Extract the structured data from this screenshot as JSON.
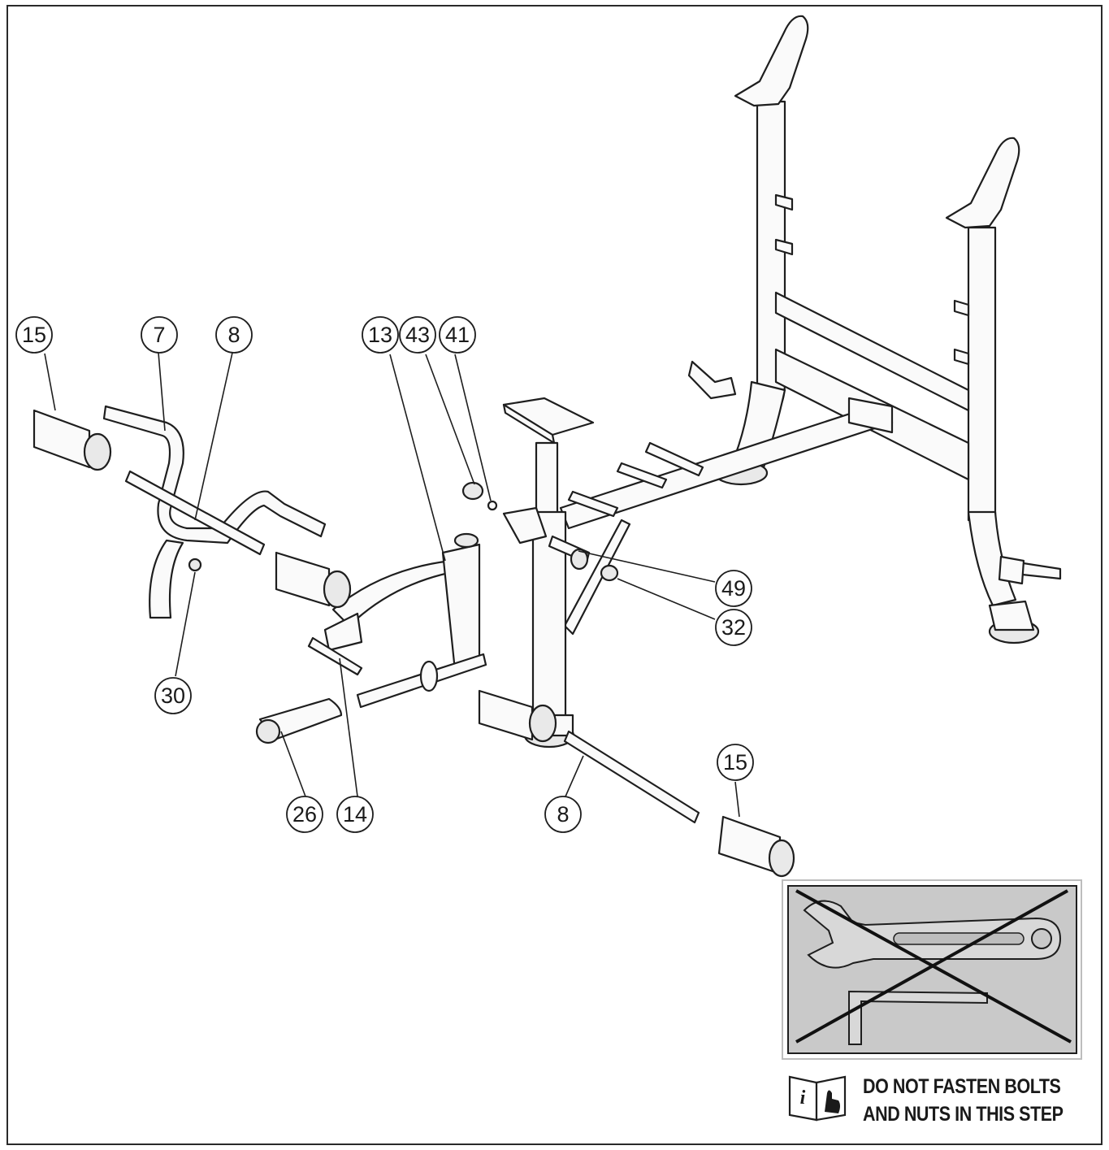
{
  "callouts": [
    {
      "id": "c15a",
      "label": "15"
    },
    {
      "id": "c7",
      "label": "7"
    },
    {
      "id": "c8a",
      "label": "8"
    },
    {
      "id": "c13",
      "label": "13"
    },
    {
      "id": "c43",
      "label": "43"
    },
    {
      "id": "c41",
      "label": "41"
    },
    {
      "id": "c49",
      "label": "49"
    },
    {
      "id": "c32",
      "label": "32"
    },
    {
      "id": "c30",
      "label": "30"
    },
    {
      "id": "c26",
      "label": "26"
    },
    {
      "id": "c14",
      "label": "14"
    },
    {
      "id": "c8b",
      "label": "8"
    },
    {
      "id": "c15b",
      "label": "15"
    }
  ],
  "warning": {
    "line1": "DO NOT FASTEN BOLTS",
    "line2": "AND NUTS IN THIS STEP",
    "icon": "info-manual-icon",
    "crossed_tools_icon": "crossed-out-wrench-icon"
  },
  "colors": {
    "line": "#1e1e1e",
    "panel": "#c9c9c9"
  }
}
